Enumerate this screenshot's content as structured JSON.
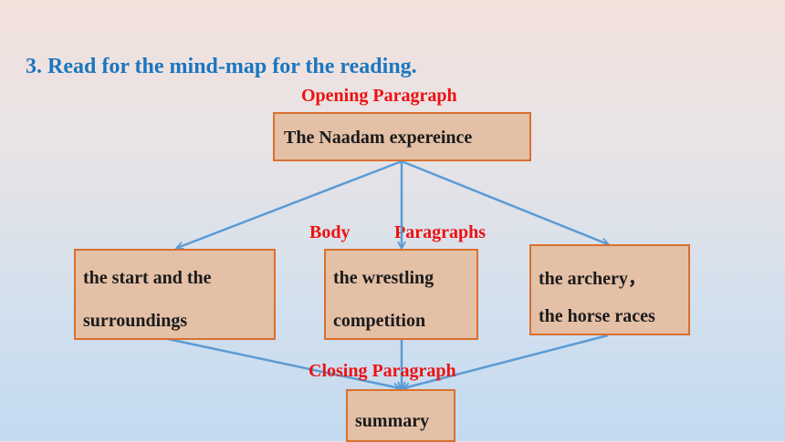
{
  "title": "3. Read for the mind-map for the reading.",
  "labels": {
    "opening": "Opening Paragraph",
    "body_word": "Body",
    "paragraphs_word": "Paragraphs",
    "closing": "Closing Paragraph"
  },
  "nodes": {
    "root": {
      "text": "The Naadam expereince"
    },
    "start": {
      "line1": "the start and the",
      "line2": "surroundings"
    },
    "wrestling": {
      "line1": "the wrestling",
      "line2": "competition"
    },
    "archery": {
      "line1": "the archery，",
      "line2": "the horse races"
    },
    "summary": {
      "text": "summary"
    }
  },
  "colors": {
    "title": "#1b76bf",
    "labels": "#ee1111",
    "box_fill": "#e3c0a6",
    "box_border": "#d9702e",
    "arrow": "#5b9bd5"
  }
}
